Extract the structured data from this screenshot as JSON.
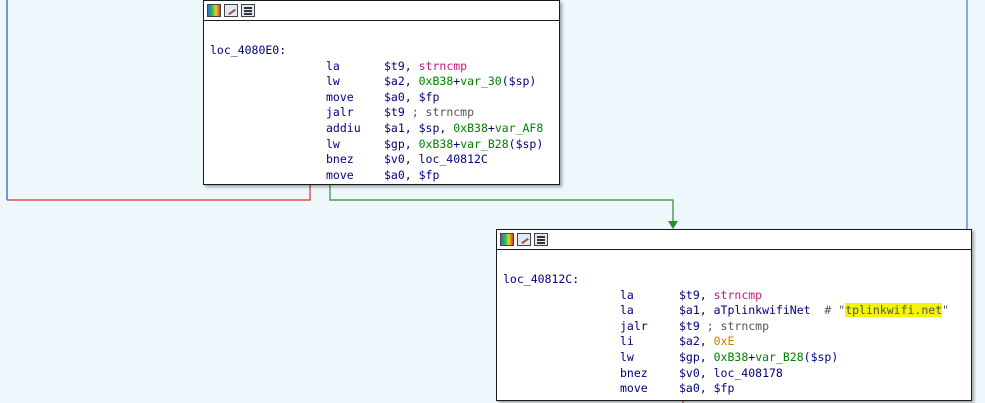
{
  "colors": {
    "background": "#eef8fc",
    "edge_false": "#e03030",
    "edge_true": "#2e8b2e",
    "edge_neutral": "#1e5fb4",
    "highlight": "#f4f40a"
  },
  "titlebar_icons": [
    "node-color-icon",
    "edit-node-icon",
    "graph-overview-icon"
  ],
  "block1": {
    "label": "loc_4080E0:",
    "lines": [
      {
        "mnemonic": "la",
        "parts": [
          {
            "t": "$t9, "
          },
          {
            "t": "strncmp",
            "c": "sym"
          }
        ]
      },
      {
        "mnemonic": "lw",
        "parts": [
          {
            "t": "$a2, "
          },
          {
            "t": "0xB38",
            "c": "imm"
          },
          {
            "t": "+"
          },
          {
            "t": "var_30",
            "c": "imm"
          },
          {
            "t": "($sp)"
          }
        ]
      },
      {
        "mnemonic": "move",
        "parts": [
          {
            "t": "$a0, $fp"
          }
        ]
      },
      {
        "mnemonic": "jalr",
        "parts": [
          {
            "t": "$t9 "
          },
          {
            "t": "; strncmp",
            "c": "cmt"
          }
        ]
      },
      {
        "mnemonic": "addiu",
        "parts": [
          {
            "t": "$a1, $sp, "
          },
          {
            "t": "0xB38",
            "c": "imm"
          },
          {
            "t": "+"
          },
          {
            "t": "var_AF8",
            "c": "imm"
          }
        ]
      },
      {
        "mnemonic": "lw",
        "parts": [
          {
            "t": "$gp, "
          },
          {
            "t": "0xB38",
            "c": "imm"
          },
          {
            "t": "+"
          },
          {
            "t": "var_B28",
            "c": "imm"
          },
          {
            "t": "($sp)"
          }
        ]
      },
      {
        "mnemonic": "bnez",
        "parts": [
          {
            "t": "$v0, loc_40812C"
          }
        ]
      },
      {
        "mnemonic": "move",
        "parts": [
          {
            "t": "$a0, $fp"
          }
        ]
      }
    ]
  },
  "block2": {
    "label": "loc_40812C:",
    "lines": [
      {
        "mnemonic": "la",
        "parts": [
          {
            "t": "$t9, "
          },
          {
            "t": "strncmp",
            "c": "sym"
          }
        ]
      },
      {
        "mnemonic": "la",
        "parts": [
          {
            "t": "$a1, aTplinkwifiNet  "
          },
          {
            "t": "# \"",
            "c": "cmt"
          },
          {
            "t": "tplinkwifi.net",
            "c": "hl"
          },
          {
            "t": "\"",
            "c": "cmt"
          }
        ]
      },
      {
        "mnemonic": "jalr",
        "parts": [
          {
            "t": "$t9 "
          },
          {
            "t": "; strncmp",
            "c": "cmt"
          }
        ]
      },
      {
        "mnemonic": "li",
        "parts": [
          {
            "t": "$a2, "
          },
          {
            "t": "0xE",
            "c": "num"
          }
        ]
      },
      {
        "mnemonic": "lw",
        "parts": [
          {
            "t": "$gp, "
          },
          {
            "t": "0xB38",
            "c": "imm"
          },
          {
            "t": "+"
          },
          {
            "t": "var_B28",
            "c": "imm"
          },
          {
            "t": "($sp)"
          }
        ]
      },
      {
        "mnemonic": "bnez",
        "parts": [
          {
            "t": "$v0, loc_408178"
          }
        ]
      },
      {
        "mnemonic": "move",
        "parts": [
          {
            "t": "$a0, $fp"
          }
        ]
      }
    ]
  }
}
